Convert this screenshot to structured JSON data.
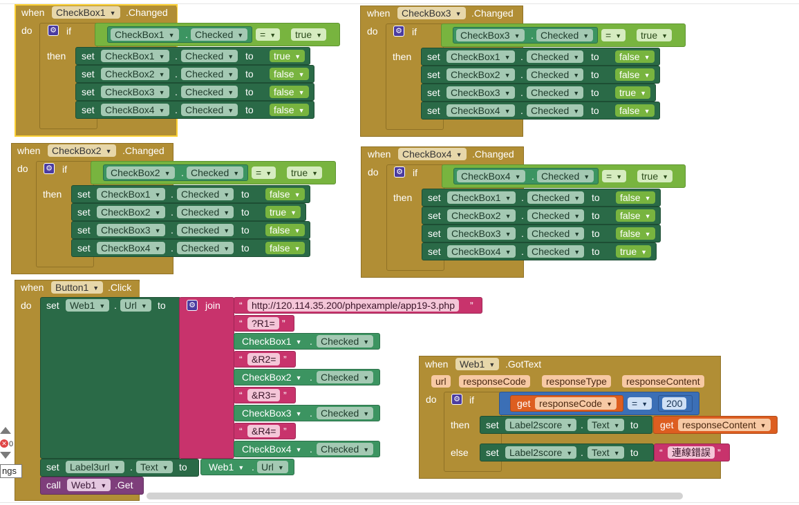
{
  "labels": {
    "when": "when",
    "do": "do",
    "if": "if",
    "then": "then",
    "else": "else",
    "set": "set",
    "to": "to",
    "join": "join",
    "call": "call",
    "get": "get",
    "dot": "."
  },
  "events": {
    "cb1": {
      "component": "CheckBox1",
      "event": ".Changed"
    },
    "cb2": {
      "component": "CheckBox2",
      "event": ".Changed"
    },
    "cb3": {
      "component": "CheckBox3",
      "event": ".Changed"
    },
    "cb4": {
      "component": "CheckBox4",
      "event": ".Changed"
    },
    "button": {
      "component": "Button1",
      "event": ".Click"
    },
    "web": {
      "component": "Web1",
      "event": ".GotText"
    }
  },
  "property": "Checked",
  "op_equals": "=",
  "bools": {
    "t": "true",
    "f": "false"
  },
  "checkboxes": [
    "CheckBox1",
    "CheckBox2",
    "CheckBox3",
    "CheckBox4"
  ],
  "button_click": {
    "web": "Web1",
    "url_prop": "Url",
    "url_string": "http://120.114.35.200/phpexample/app19-3.php",
    "r1": "?R1=",
    "r2": "&R2=",
    "r3": "&R3=",
    "r4": "&R4=",
    "label": "Label3url",
    "text_prop": "Text",
    "method": ".Get"
  },
  "gottext": {
    "params": [
      "url",
      "responseCode",
      "responseType",
      "responseContent"
    ],
    "value_200": "200",
    "label": "Label2score",
    "text_prop": "Text",
    "error_text": "連線錯誤"
  },
  "side": {
    "count": "0",
    "label": "ngs"
  }
}
